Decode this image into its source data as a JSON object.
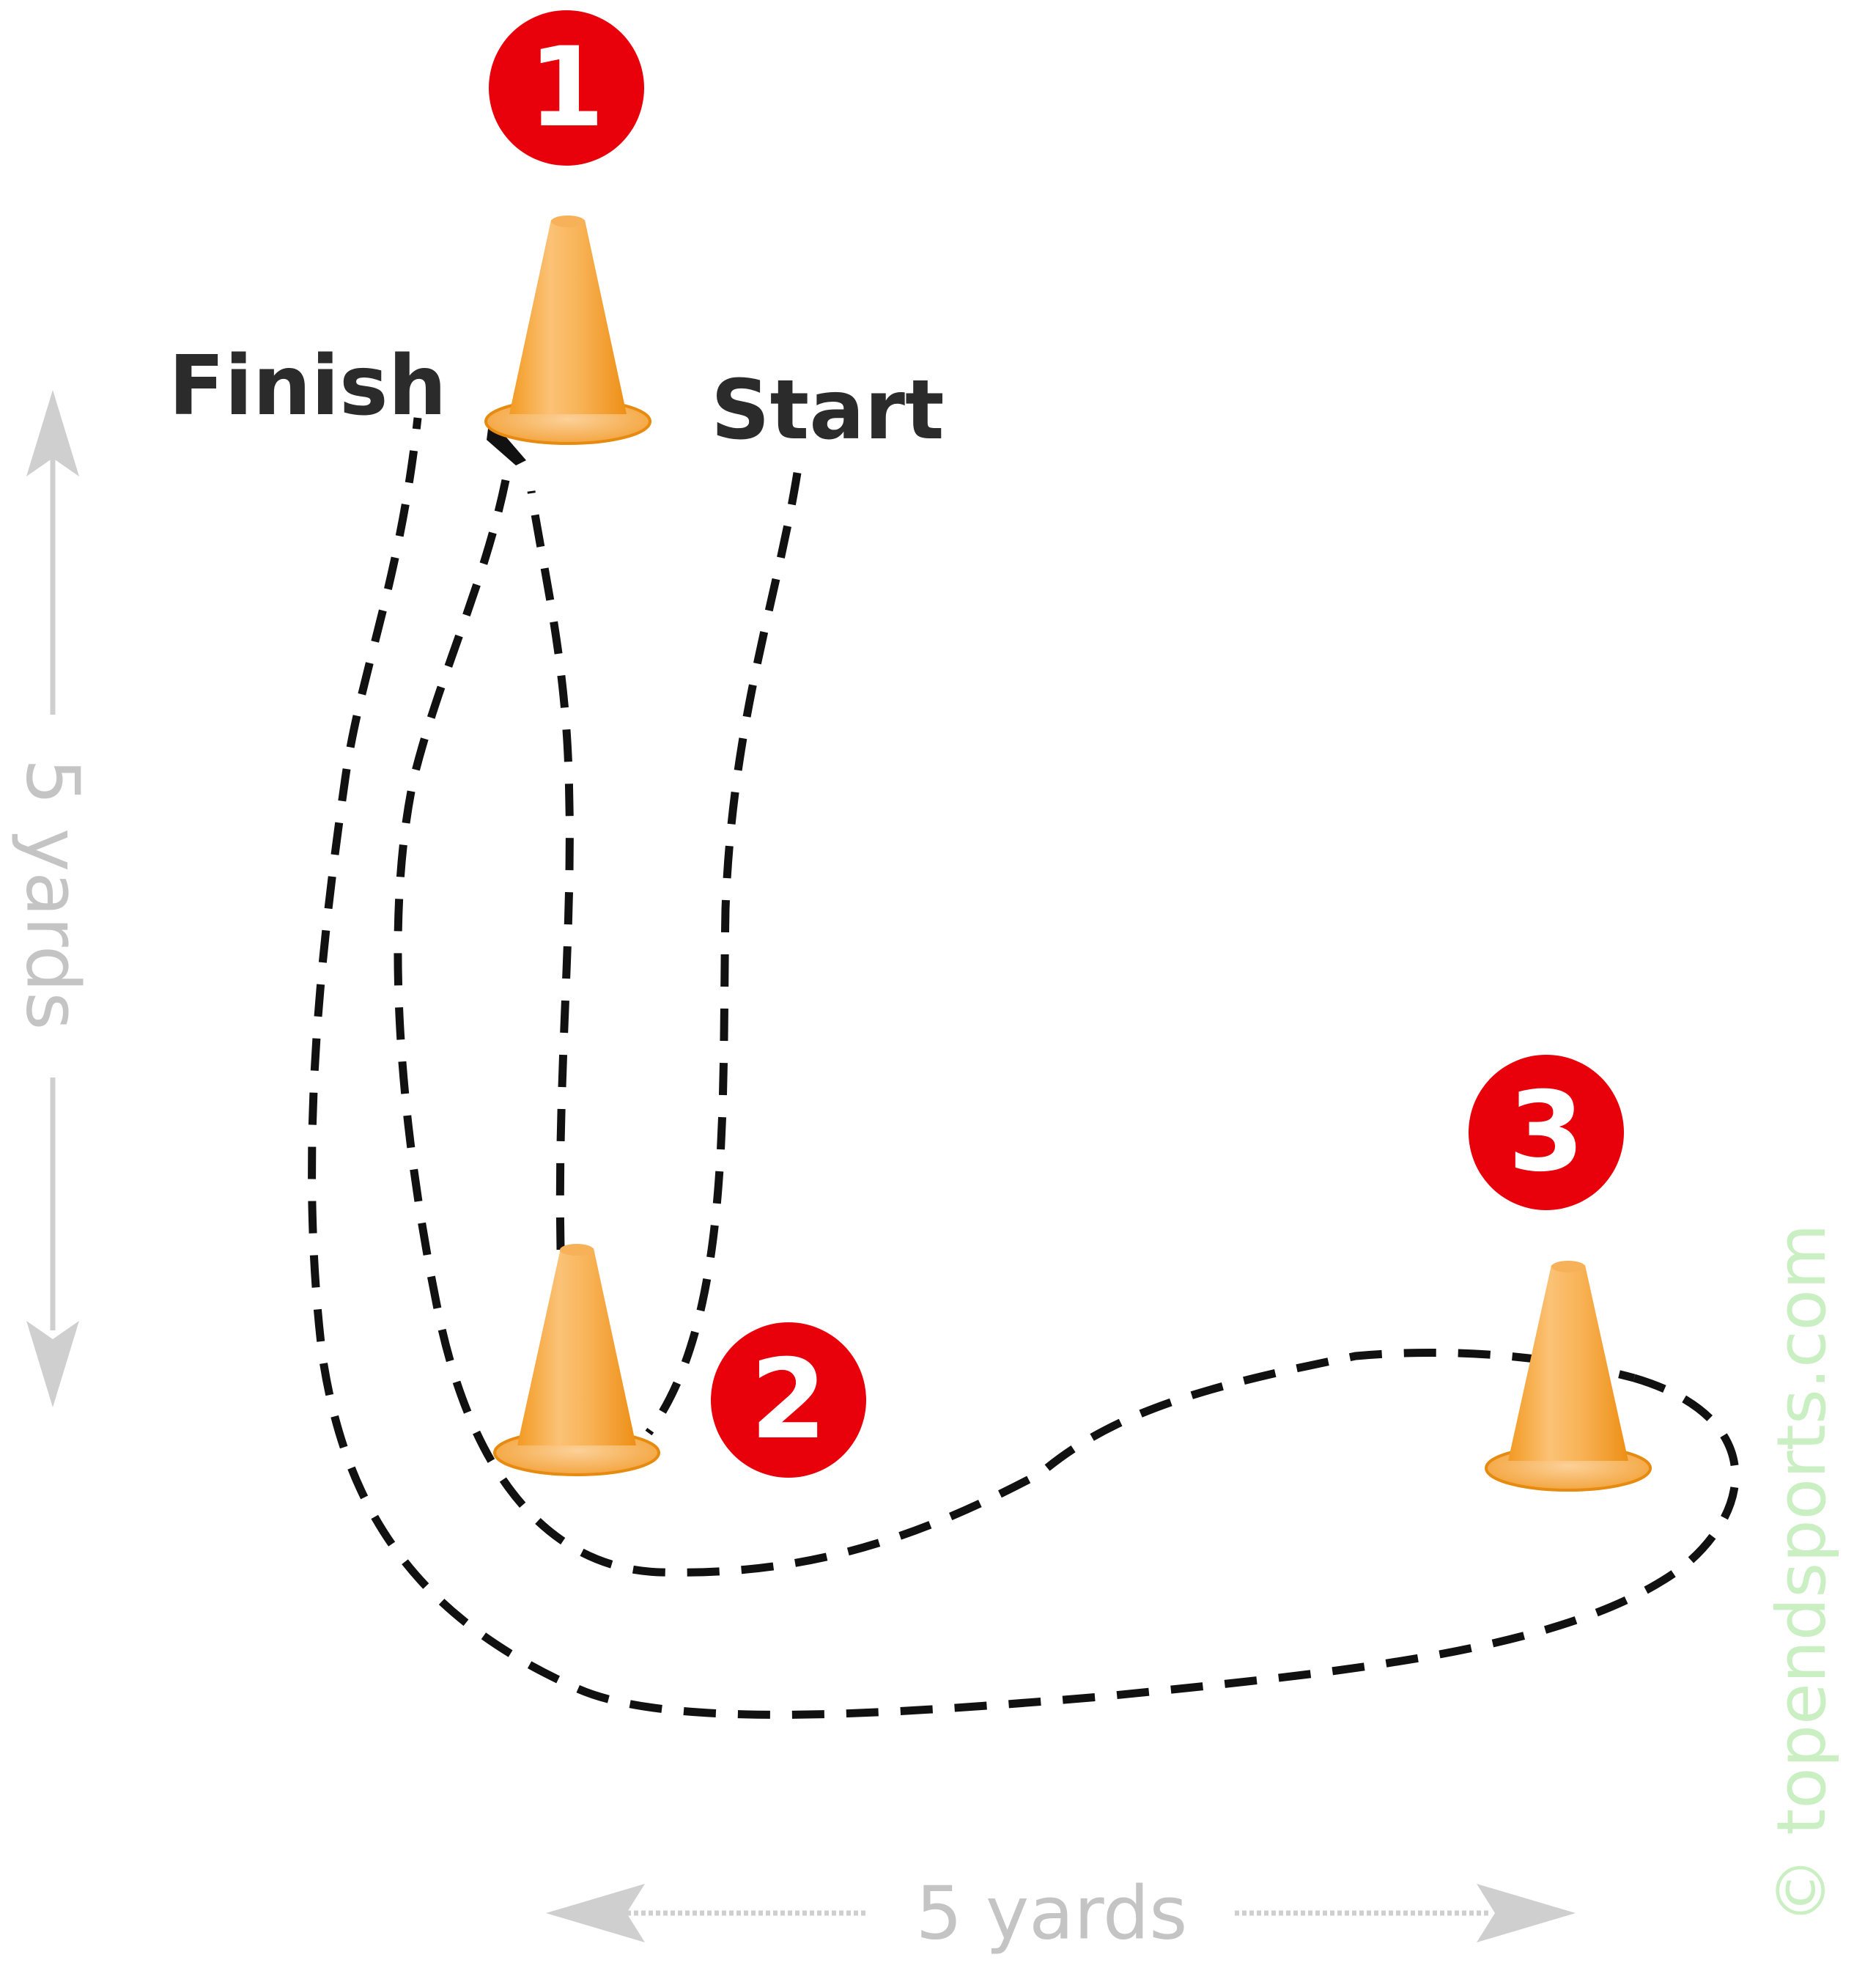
{
  "labels": {
    "finish": "Finish",
    "start": "Start",
    "vertical_distance": "5 yards",
    "horizontal_distance": "5 yards"
  },
  "cones": [
    {
      "number": "1"
    },
    {
      "number": "2"
    },
    {
      "number": "3"
    }
  ],
  "watermark": "© topendsports.com",
  "colors": {
    "marker_red": "#e8000b",
    "cone_orange": "#f6a43a",
    "path": "#111111",
    "dimension_gray": "#cfcfcf",
    "watermark_green": "#c9efc2"
  }
}
